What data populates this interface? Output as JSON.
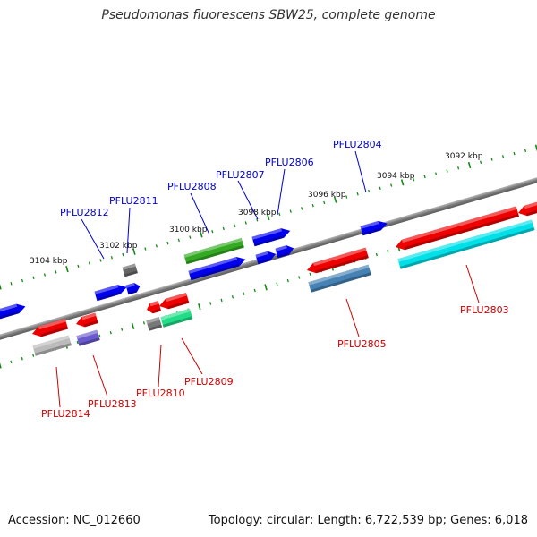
{
  "title": "Pseudomonas fluorescens SBW25, complete genome",
  "footer": {
    "accession": "Accession: NC_012660",
    "summary": "Topology: circular; Length: 6,722,539 bp; Genes: 6,018"
  },
  "colors": {
    "forward_label": "#0000cc",
    "reverse_label": "#cc0000",
    "backbone": "#888888",
    "scale_ticks": "#138a13"
  },
  "scale": {
    "unit": "kbp",
    "labels": [
      {
        "kbp": 3092,
        "text": "3092 kbp"
      },
      {
        "kbp": 3094,
        "text": "3094 kbp"
      },
      {
        "kbp": 3096,
        "text": "3096 kbp"
      },
      {
        "kbp": 3098,
        "text": "3098 kbp"
      },
      {
        "kbp": 3100,
        "text": "3100 kbp"
      },
      {
        "kbp": 3102,
        "text": "3102 kbp"
      },
      {
        "kbp": 3104,
        "text": "3104 kbp"
      }
    ]
  },
  "gene_labels": {
    "forward": [
      "PFLU2804",
      "PFLU2806",
      "PFLU2807",
      "PFLU2808",
      "PFLU2811",
      "PFLU2812"
    ],
    "reverse": [
      "PFLU2803",
      "PFLU2805",
      "PFLU2809",
      "PFLU2810",
      "PFLU2813",
      "PFLU2814"
    ]
  }
}
